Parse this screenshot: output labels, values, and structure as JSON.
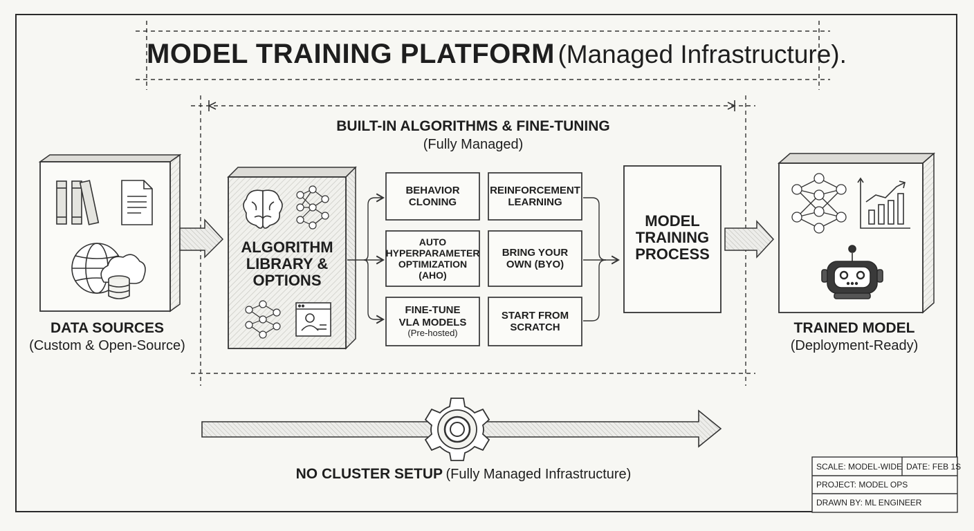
{
  "title": {
    "bold": "MODEL TRAINING PLATFORM",
    "rest": "(Managed Infrastructure)."
  },
  "algorithms": {
    "heading": "BUILT-IN ALGORITHMS & FINE-TUNING",
    "subheading": "(Fully Managed)"
  },
  "data_sources": {
    "label": "DATA SOURCES",
    "sub": "(Custom & Open-Source)"
  },
  "library": {
    "line1": "ALGORITHM",
    "line2": "LIBRARY &",
    "line3": "OPTIONS"
  },
  "options": {
    "behavior_cloning": {
      "line1": "BEHAVIOR",
      "line2": "CLONING"
    },
    "reinforcement_learning": {
      "line1": "REINFORCEMENT",
      "line2": "LEARNING"
    },
    "aho": {
      "line1": "AUTO",
      "line2": "HYPERPARAMETER",
      "line3": "OPTIMIZATION (AHO)"
    },
    "byo": {
      "line1": "BRING YOUR",
      "line2": "OWN (BYO)"
    },
    "vla": {
      "line1": "FINE-TUNE",
      "line2": "VLA MODELS",
      "line3": "(Pre-hosted)"
    },
    "scratch": {
      "line1": "START FROM",
      "line2": "SCRATCH"
    }
  },
  "process": {
    "line1": "MODEL",
    "line2": "TRAINING",
    "line3": "PROCESS"
  },
  "trained_model": {
    "label": "TRAINED MODEL",
    "sub": "(Deployment-Ready)"
  },
  "infrastructure": {
    "bold": "NO CLUSTER SETUP",
    "rest": "(Fully Managed Infrastructure)"
  },
  "title_block": {
    "scale": "SCALE: MODEL-WIDE",
    "date": "DATE: FEB 1S",
    "project": "PROJECT: MODEL OPS",
    "drawn_by": "DRAWN BY: ML ENGINEER"
  },
  "icons": [
    "books-icon",
    "document-icon",
    "globe-icon",
    "cloud-database-icon",
    "brain-icon",
    "neural-network-icon",
    "browser-user-icon",
    "line-chart-icon",
    "robot-icon",
    "gear-icon"
  ]
}
